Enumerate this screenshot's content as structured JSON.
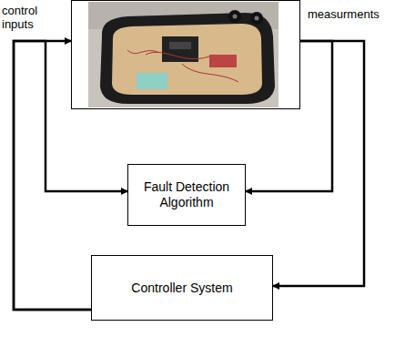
{
  "diagram": {
    "nodes": [
      {
        "text": []
      },
      {
        "text": [
          "Fault Detection Algorithm"
        ]
      },
      {
        "text": [
          "Controller System"
        ]
      }
    ],
    "edges": [
      {
        "from": 2,
        "to": 0,
        "arrow": "to"
      },
      {
        "from": 2,
        "to": 1,
        "arrow": "to"
      },
      {
        "from": 0,
        "to": 1,
        "arrow": "to"
      },
      {
        "from": 0,
        "to": 2,
        "arrow": "to"
      }
    ],
    "labels": [
      "control inputs",
      "measurments"
    ]
  }
}
